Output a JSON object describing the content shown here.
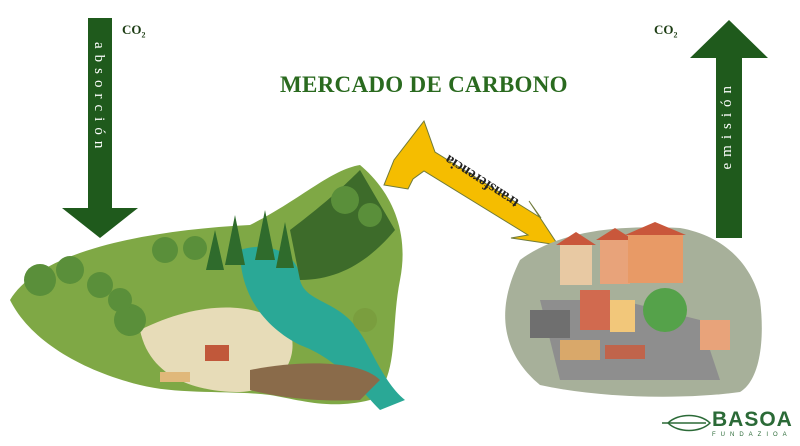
{
  "title": "MERCADO DE CARBONO",
  "left_arrow": {
    "co2": "CO",
    "co2_sub": "2",
    "label": "absorción"
  },
  "right_arrow": {
    "co2": "CO",
    "co2_sub": "2",
    "label": "emisión"
  },
  "transfer_label": "transferencia",
  "logo": {
    "name": "BASOA",
    "subtitle": "FUNDAZIOA"
  },
  "colors": {
    "dark_green": "#1f5a1c",
    "title_green": "#2a6a1f",
    "arrow_yellow": "#f5bd00"
  }
}
